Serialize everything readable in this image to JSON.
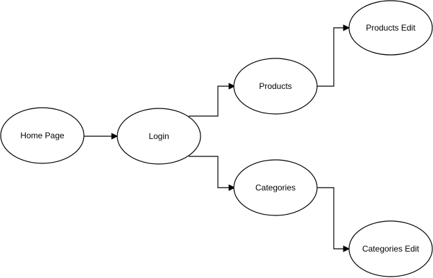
{
  "diagram": {
    "nodes": [
      {
        "id": "home",
        "label": "Home Page"
      },
      {
        "id": "login",
        "label": "Login"
      },
      {
        "id": "products",
        "label": "Products"
      },
      {
        "id": "categories",
        "label": "Categories"
      },
      {
        "id": "products_edit",
        "label": "Products Edit"
      },
      {
        "id": "categories_edit",
        "label": "Categories Edit"
      }
    ],
    "edges": [
      {
        "from": "home",
        "to": "login"
      },
      {
        "from": "login",
        "to": "products"
      },
      {
        "from": "login",
        "to": "categories"
      },
      {
        "from": "products",
        "to": "products_edit"
      },
      {
        "from": "categories",
        "to": "categories_edit"
      }
    ]
  }
}
